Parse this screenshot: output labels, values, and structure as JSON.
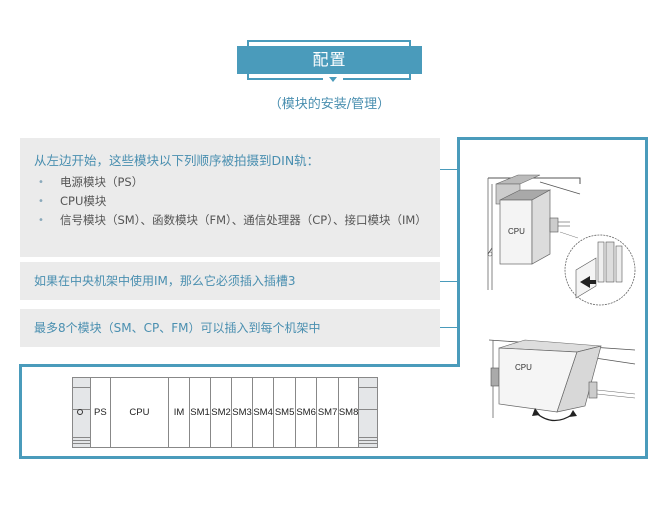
{
  "banner": {
    "title": "配置",
    "subtitle": "（模块的安装/管理）"
  },
  "info": {
    "box1": {
      "heading": "从左边开始，这些模块以下列顺序被拍摄到DIN轨：",
      "bullets": [
        "电源模块（PS）",
        "CPU模块",
        "信号模块（SM）、函数模块（FM）、通信处理器（CP）、接口模块（IM）"
      ]
    },
    "box2": {
      "text": "如果在中央机架中使用IM，那么它必须插入插槽3"
    },
    "box3": {
      "text": "最多8个模块（SM、CP、FM）可以插入到每个机架中"
    }
  },
  "rack": {
    "slots": [
      {
        "label": "PS",
        "width": 46
      },
      {
        "label": "CPU",
        "width": 59
      },
      {
        "label": "IM",
        "width": 22
      },
      {
        "label": "SM1",
        "width": 22
      },
      {
        "label": "SM2",
        "width": 22
      },
      {
        "label": "SM3",
        "width": 22
      },
      {
        "label": "SM4",
        "width": 22
      },
      {
        "label": "SM5",
        "width": 22
      },
      {
        "label": "SM6",
        "width": 22
      },
      {
        "label": "SM7",
        "width": 22
      },
      {
        "label": "SM8",
        "width": 22
      }
    ]
  },
  "illustrations": {
    "top_label": "CPU",
    "bottom_label": "CPU"
  },
  "colors": {
    "accent": "#4a9bbb",
    "box_bg": "#ebebeb",
    "text_blue": "#4a8fb0",
    "text_gray": "#555555"
  }
}
